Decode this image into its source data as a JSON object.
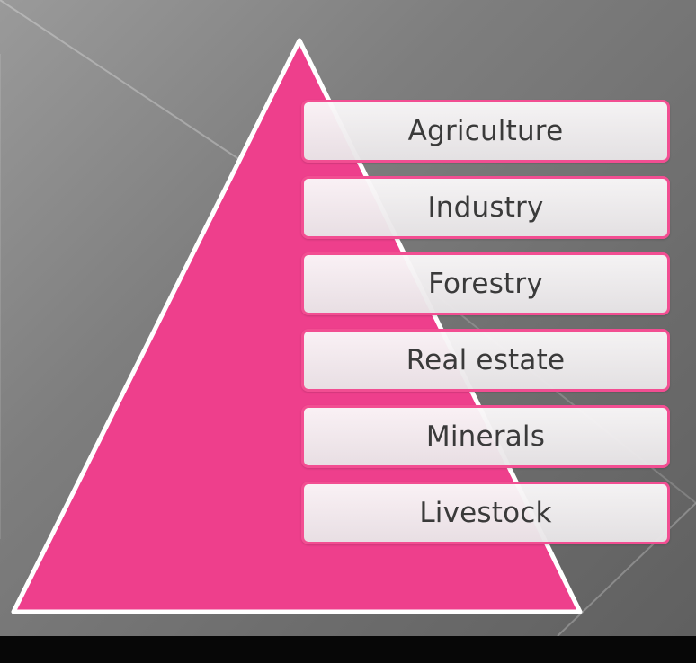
{
  "diagram": {
    "levels": [
      {
        "label": "Agriculture"
      },
      {
        "label": "Industry"
      },
      {
        "label": "Forestry"
      },
      {
        "label": "Real estate"
      },
      {
        "label": "Minerals"
      },
      {
        "label": "Livestock"
      }
    ]
  },
  "colors": {
    "pyramid_fill": "#ee3f8c",
    "pyramid_edge": "#ffffff",
    "box_border": "#f24e92",
    "label_text": "#3a3a3a"
  }
}
